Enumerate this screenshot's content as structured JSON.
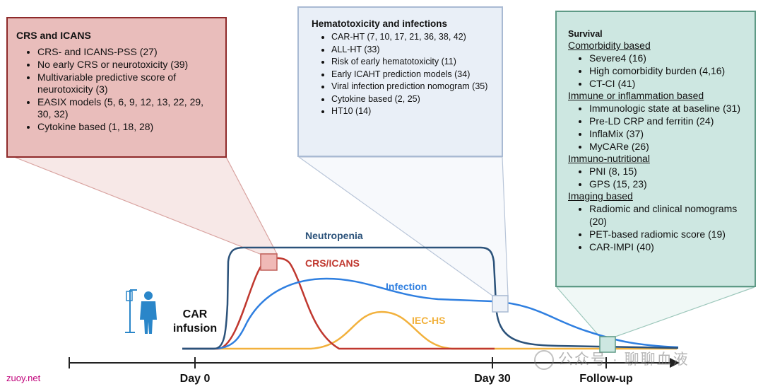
{
  "boxes": {
    "crs": {
      "title": "CRS and ICANS",
      "items": [
        "CRS- and ICANS-PSS (27)",
        "No early CRS or neurotoxicity (39)",
        "Multivariable predictive score of neurotoxicity (3)",
        "EASIX models (5, 6, 9, 12, 13, 22, 29, 30, 32)",
        "Cytokine based (1, 18, 28)"
      ]
    },
    "hema": {
      "title": "Hematotoxicity and infections",
      "items": [
        "CAR-HT (7, 10, 17, 21, 36, 38, 42)",
        "ALL-HT (33)",
        "Risk of early hematotoxicity (11)",
        "Early ICAHT prediction models (34)",
        "Viral infection prediction nomogram (35)",
        "Cytokine based (2, 25)",
        "HT10 (14)"
      ]
    },
    "survival": {
      "title": "Survival",
      "groups": [
        {
          "heading": "Comorbidity based",
          "items": [
            "Severe4 (16)",
            "High comorbidity burden (4,16)",
            "CT-CI (41)"
          ]
        },
        {
          "heading": "Immune or inflammation based",
          "items": [
            "Immunologic state at baseline (31)",
            "Pre-LD CRP and ferritin (24)",
            "InflaMix (37)",
            "MyCARe (26)"
          ]
        },
        {
          "heading": "Immuno-nutritional",
          "items": [
            "PNI (8, 15)",
            "GPS (15, 23)"
          ]
        },
        {
          "heading": "Imaging based",
          "items": [
            "Radiomic and clinical nomograms (20)",
            "PET-based radiomic score (19)",
            "CAR-IMPI (40)"
          ]
        }
      ]
    }
  },
  "curves": {
    "neutropenia": {
      "label": "Neutropenia",
      "color": "#2b527a"
    },
    "crs_icans": {
      "label": "CRS/ICANS",
      "color": "#c0382f"
    },
    "infection": {
      "label": "Infection",
      "color": "#2f7fe0"
    },
    "iec_hs": {
      "label": "IEC-HS",
      "color": "#f2b13c"
    }
  },
  "infusion_label": [
    "CAR",
    "infusion"
  ],
  "timeline": {
    "ticks": [
      "Day 0",
      "Day 30",
      "Follow-up"
    ]
  },
  "markers": {
    "crs_color": "#f0b9b6",
    "crs_border": "#c0605a",
    "hema_color": "#eef2f8",
    "hema_border": "#a9bad3",
    "surv_color": "#cde7e1",
    "surv_border": "#5e9a86"
  },
  "watermarks": {
    "source": "zuoy.net",
    "overlay": "公众号 · 聊聊血液"
  }
}
